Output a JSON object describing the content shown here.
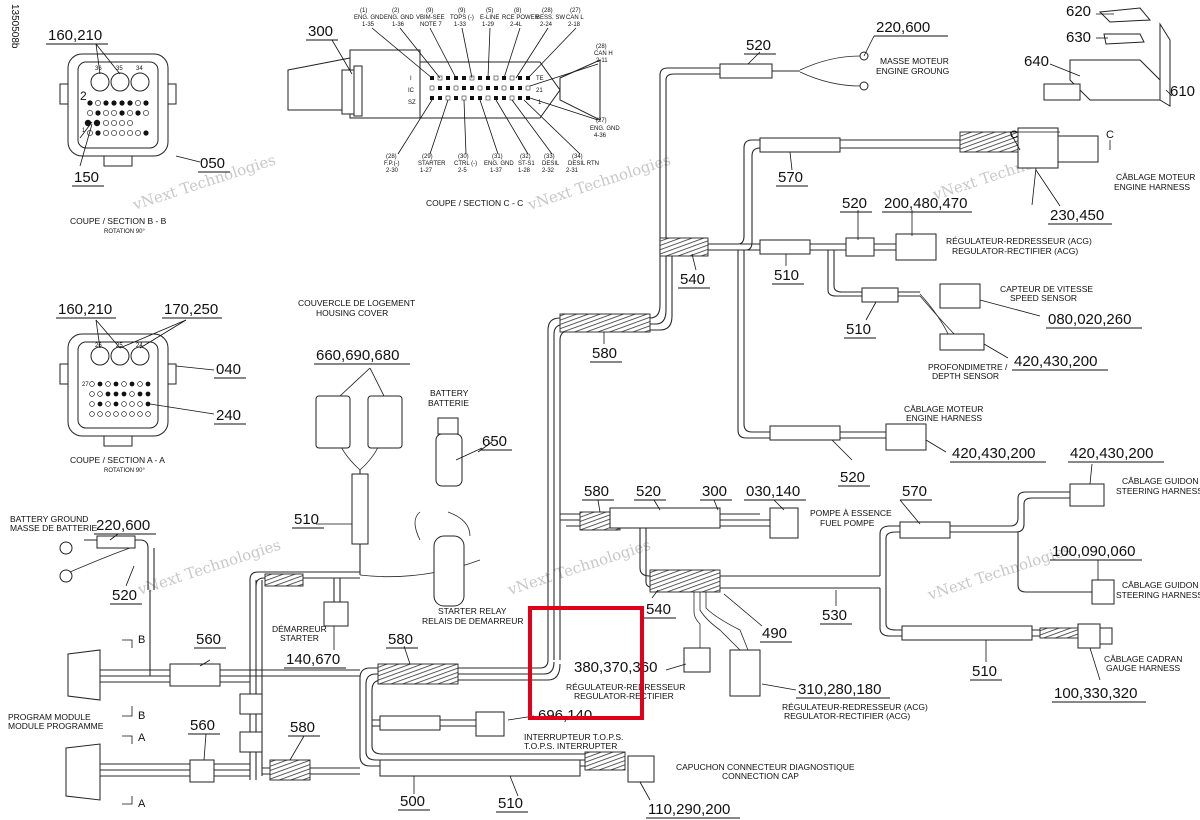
{
  "doc_id": "1350508b",
  "watermark": "vNext Technologies",
  "highlight_color": "#e0001a",
  "sections": {
    "b": {
      "title": "COUPE / SECTION B - B",
      "rotation": "ROTATION 90°"
    },
    "a": {
      "title": "COUPE / SECTION A - A",
      "rotation": "ROTATION 90°"
    },
    "c": {
      "title": "COUPE / SECTION C - C"
    }
  },
  "section_markers": {
    "b": "B",
    "a": "A",
    "c": "C"
  },
  "pins_c": {
    "p1": [
      "ENG. GND",
      "1-35"
    ],
    "p2": [
      "ENG. GND",
      "1-36"
    ],
    "p3": [
      "VBIM-SEE",
      "NOTE 7"
    ],
    "p4": [
      "TOPS (-)",
      "1-33"
    ],
    "p5": [
      "E-LINE",
      "1-29"
    ],
    "p6": [
      "RCE POWER",
      "2-4L"
    ],
    "p7": [
      "BESS. SW",
      "2-24"
    ],
    "p8": [
      "CAN L",
      "2-18"
    ],
    "p9": [
      "CAN H",
      "2-11"
    ],
    "p10": [
      "ENG. GND",
      "4-36"
    ],
    "p11": [
      "F.P.(-)",
      "2-30"
    ],
    "p12": [
      "STARTER",
      "1-27"
    ],
    "p13": [
      "CTRL (-)",
      "2-5"
    ],
    "p14": [
      "ENG. GND",
      "1-37"
    ],
    "p15": [
      "ST-S1",
      "1-28"
    ],
    "p16": [
      "DESIL",
      "2-32"
    ],
    "p17": [
      "DESIL RTN",
      "2-31"
    ]
  },
  "pin_idx": {
    "i1": "(1)",
    "i2": "(2)",
    "i3": "(9)",
    "i4": "(9)",
    "i5": "(5)",
    "i6": "(8)",
    "i7": "(28)",
    "i8": "(27)",
    "i9": "(28)",
    "i10": "(27)",
    "i11": "(28)",
    "i12": "(29)",
    "i13": "(30)",
    "i14": "(31)",
    "i15": "(32)",
    "i16": "(33)",
    "i17": "(34)"
  },
  "row_marks": {
    "r1": "I",
    "r2": "IC",
    "r3": "SZ",
    "r4": "TE",
    "r5": "21",
    "r6": "1"
  },
  "conn_pins": {
    "b1": "36",
    "b2": "35",
    "b3": "34",
    "a1": "26",
    "a2": "25",
    "a3": "24",
    "side_b": "2",
    "side_b2": "1",
    "side_a": "27"
  },
  "callouts": {
    "n160_210_b": "160,210",
    "n150": "150",
    "n050": "050",
    "n300_c": "300",
    "n520_top": "520",
    "n220_600_top": "220,600",
    "n620": "620",
    "n630": "630",
    "n640": "640",
    "n610": "610",
    "n570_top": "570",
    "n230_450": "230,450",
    "n520_mid": "520",
    "n200_480_470": "200,480,470",
    "n540_top": "540",
    "n510_a": "510",
    "n510_b": "510",
    "n080_020_260": "080,020,260",
    "n420_430_200_a": "420,430,200",
    "n580_mid": "580",
    "n160_210_a": "160,210",
    "n170_250": "170,250",
    "n040": "040",
    "n240": "240",
    "n660_690_680": "660,690,680",
    "n650": "650",
    "n420_430_200_b": "420,430,200",
    "n520_r": "520",
    "n420_430_200_c": "420,430,200",
    "n220_600_left": "220,600",
    "n510_left": "510",
    "n580_c": "580",
    "n520_c": "520",
    "n300_c2": "300",
    "n030_140": "030,140",
    "n570_c": "570",
    "n100_090_060": "100,090,060",
    "n520_left": "520",
    "n540_c": "540",
    "n490": "490",
    "n530": "530",
    "n140_670": "140,670",
    "n560_a": "560",
    "n580_low": "580",
    "n380_370_360": "380,370,360",
    "n310_280_180": "310,280,180",
    "n510_r": "510",
    "n100_330_320": "100,330,320",
    "n696_140": "696,140",
    "n560_b": "560",
    "n580_bot": "580",
    "n500": "500",
    "n510_bot": "510",
    "n110_290_200": "110,290,200"
  },
  "labels": {
    "masse_moteur": [
      "MASSE MOTEUR",
      "ENGINE GROUNG"
    ],
    "cablage_moteur_top": [
      "CÂBLAGE MOTEUR",
      "ENGINE HARNESS"
    ],
    "reg_acg_top": [
      "RÉGULATEUR-REDRESSEUR (ACG)",
      "REGULATOR-RECTIFIER (ACG)"
    ],
    "capteur_vitesse": [
      "CAPTEUR DE VITESSE",
      "SPEED SENSOR"
    ],
    "profondimetre": [
      "PROFONDIMETRE /",
      "DEPTH SENSOR"
    ],
    "cablage_moteur_mid": [
      "CÂBLAGE MOTEUR",
      "ENGINE HARNESS"
    ],
    "couvercle": [
      "COUVERCLE DE LOGEMENT",
      "HOUSING COVER"
    ],
    "battery": [
      "BATTERY",
      "BATTERIE"
    ],
    "battery_ground": [
      "BATTERY GROUND",
      "MASSE DE BATTERIE"
    ],
    "pompe": [
      "POMPE À ESSENCE",
      "FUEL POMPE"
    ],
    "guidon_a": [
      "CÂBLAGE GUIDON",
      "STEERING HARNESS"
    ],
    "guidon_b": [
      "CÂBLAGE GUIDON",
      "STEERING HARNESS"
    ],
    "starter_relay": [
      "STARTER RELAY",
      "RELAIS DE DEMARREUR"
    ],
    "demarreur": [
      "DÉMARREUR",
      "STARTER"
    ],
    "reg_plain": [
      "RÉGULATEUR-REDRESSEUR",
      "REGULATOR-RECTIFIER"
    ],
    "reg_acg_bot": [
      "RÉGULATEUR-REDRESSEUR (ACG)",
      "REGULATOR-RECTIFIER (ACG)"
    ],
    "cadran": [
      "CÂBLAGE CADRAN",
      "GAUGE HARNESS"
    ],
    "program_module": [
      "PROGRAM MODULE",
      "MODULE PROGRAMME"
    ],
    "tops": [
      "INTERRUPTEUR T.O.P.S.",
      "T.O.P.S. INTERRUPTER"
    ],
    "capuchon": [
      "CAPUCHON CONNECTEUR DIAGNOSTIQUE",
      "CONNECTION CAP"
    ]
  }
}
